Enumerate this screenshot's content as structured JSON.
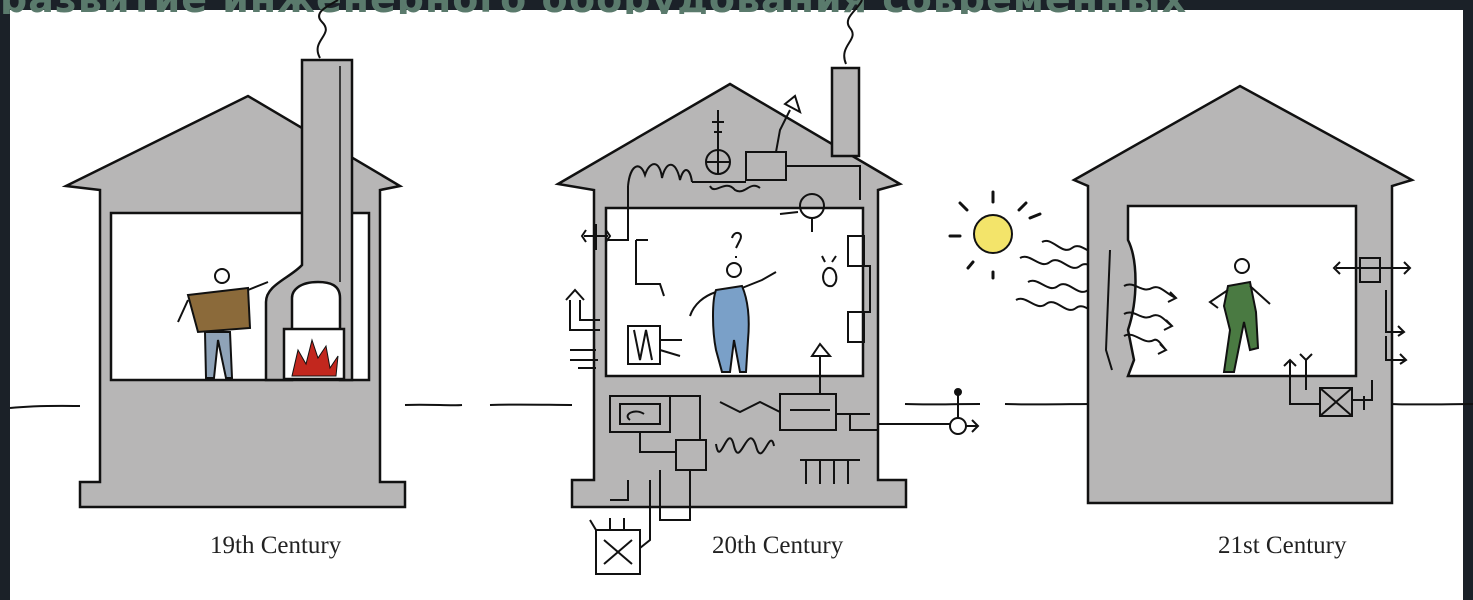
{
  "banner": {
    "text": "развитие инженерного оборудования современных"
  },
  "diagram": {
    "houses": [
      {
        "label": "19th Century"
      },
      {
        "label": "20th Century"
      },
      {
        "label": "21st Century"
      }
    ]
  },
  "colors": {
    "wall_fill": "#b7b6b6",
    "line": "#111111",
    "person19": "#8b6a3a",
    "person20": "#7aa0c8",
    "person21": "#4a7a42",
    "fire": "#c2271e",
    "sun": "#f3e46a"
  }
}
